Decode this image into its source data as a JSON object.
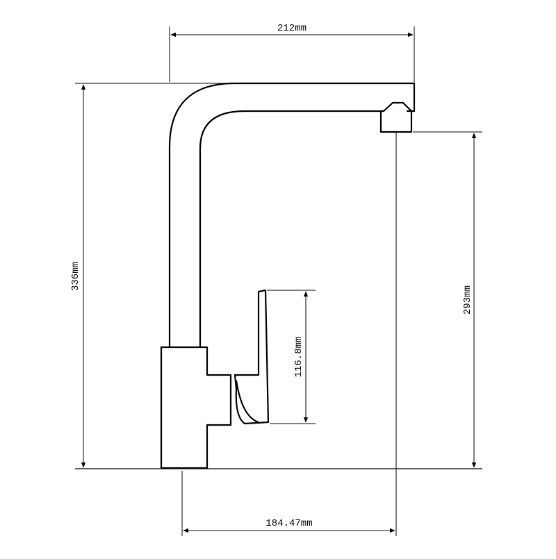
{
  "dimensions": {
    "overall_width": "212mm",
    "overall_height": "336mm",
    "spout_height": "293mm",
    "handle_height": "116.8mm",
    "base_to_spout": "184.47mm"
  },
  "colors": {
    "line": "#000000",
    "background": "#ffffff"
  }
}
